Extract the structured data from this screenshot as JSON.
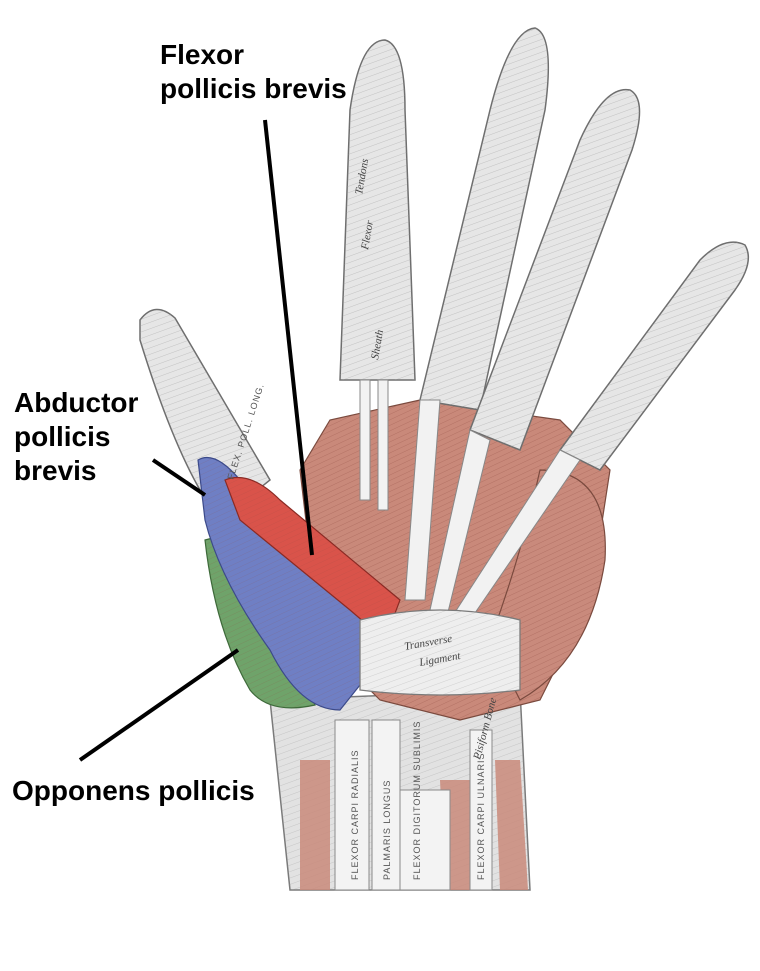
{
  "labels": {
    "flexor_pollicis_brevis": {
      "line1": "Flexor",
      "line2": "pollicis brevis"
    },
    "abductor_pollicis_brevis": {
      "line1": "Abductor",
      "line2": "pollicis",
      "line3": "brevis"
    },
    "opponens_pollicis": {
      "line1": "Opponens pollicis"
    }
  },
  "colors": {
    "flexor_pollicis_brevis": "#d9534a",
    "abductor_pollicis_brevis": "#6f7fc4",
    "opponens_pollicis": "#6fa36a",
    "other_muscle": "#c9897a",
    "tendon": "#e6e6e6",
    "leader_line": "#000000"
  },
  "figure_text": {
    "finger_sheath_1": "Tendons",
    "finger_sheath_2": "Flexor",
    "finger_sheath_3": "Sheath",
    "thumb_tendon": "FLEX. POLL. LONG.",
    "ligament_1": "Transverse",
    "ligament_2": "Ligament",
    "tendon_1": "FLEXOR CARPI RADIALIS",
    "tendon_2": "PALMARIS LONGUS",
    "tendon_3": "FLEXOR DIGITORUM SUBLIMIS",
    "tendon_4": "FLEXOR CARPI ULNARIS",
    "bone": "Pisiform Bone"
  }
}
